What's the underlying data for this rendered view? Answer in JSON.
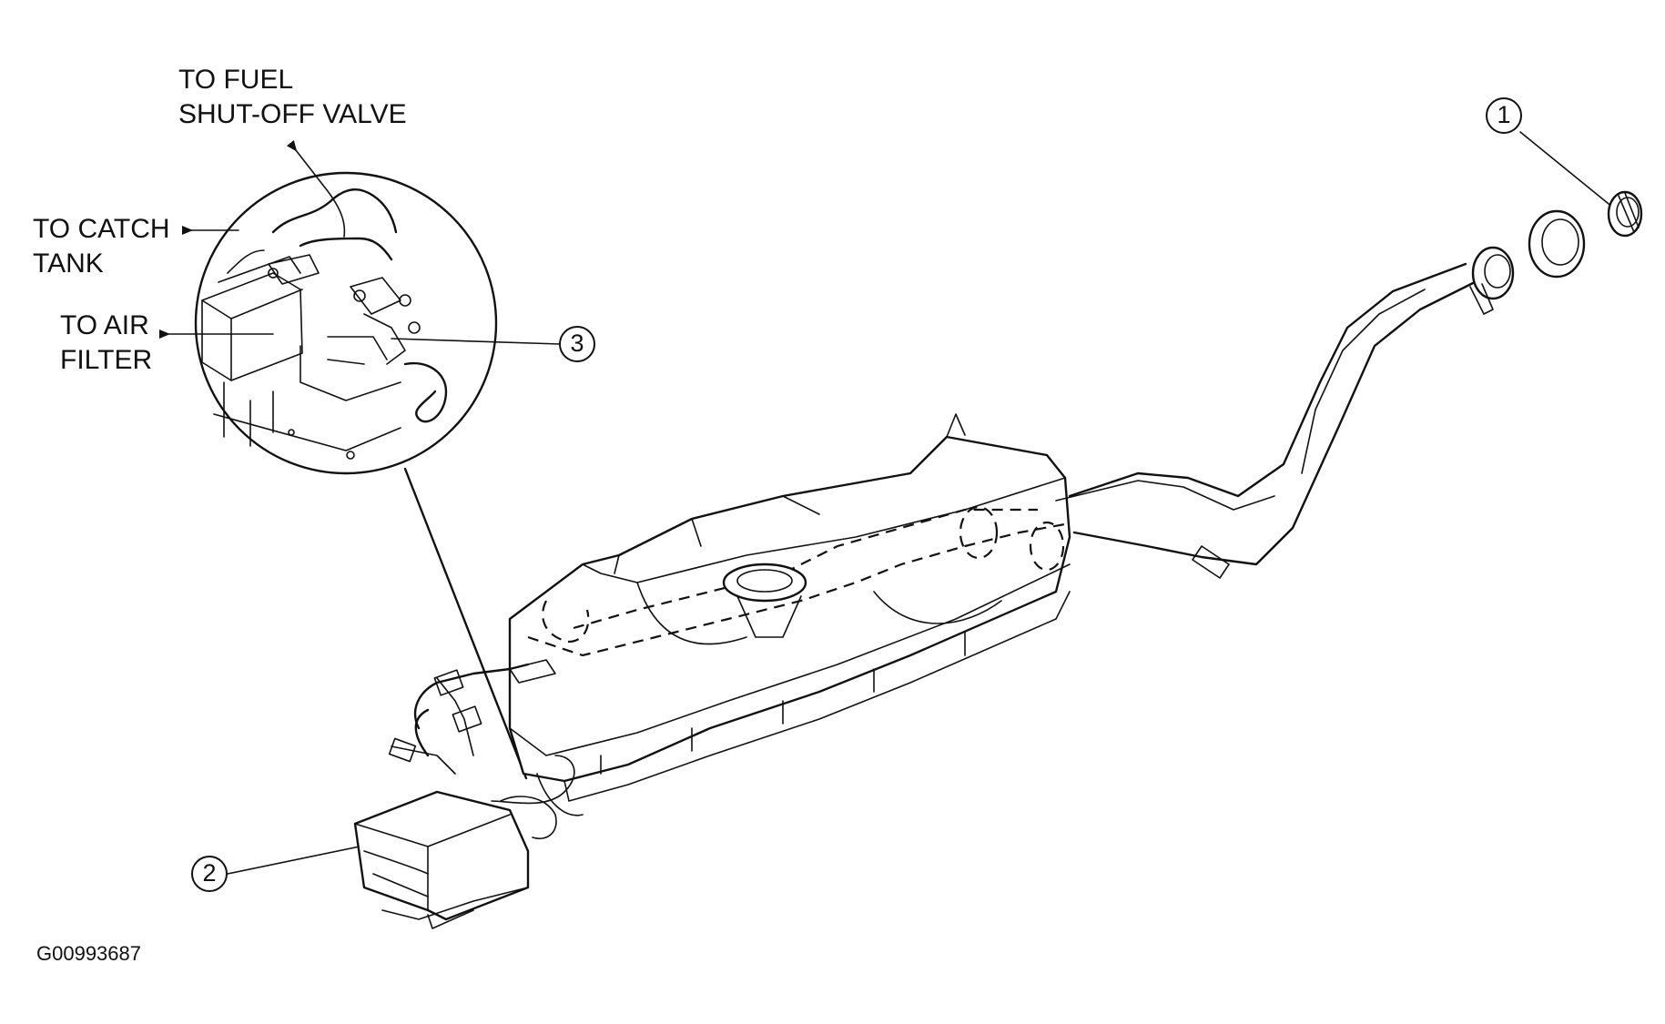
{
  "labels": {
    "fuel_valve_line1": "TO FUEL",
    "fuel_valve_line2": "SHUT-OFF VALVE",
    "catch_tank_line1": "TO CATCH",
    "catch_tank_line2": "TANK",
    "air_filter_line1": "TO AIR",
    "air_filter_line2": "FILTER"
  },
  "callouts": {
    "one": "1",
    "two": "2",
    "three": "3"
  },
  "figure_id": "G00993687"
}
